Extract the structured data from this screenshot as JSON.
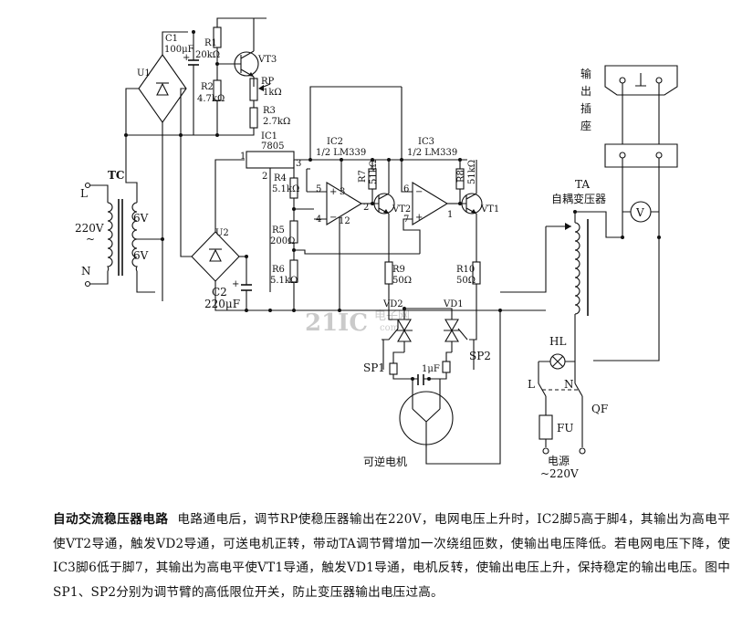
{
  "figure": {
    "watermark": {
      "brand": "21IC",
      "cn": "电子网",
      "domain": "com"
    },
    "transformer_tc": {
      "label": "TC",
      "input_phase": "L",
      "input_neutral": "N",
      "input_voltage": "220V",
      "input_tilde": "~",
      "sec1": "6V",
      "sec2": "6V"
    },
    "u1": {
      "label": "U1"
    },
    "u2": {
      "label": "U2"
    },
    "c1": {
      "label": "C1",
      "value": "100μF"
    },
    "r1": {
      "label": "R1",
      "value": "20kΩ"
    },
    "vt3": {
      "label": "VT3"
    },
    "r2": {
      "label": "R2",
      "value": "4.7kΩ"
    },
    "rp": {
      "label": "RP",
      "value": "1kΩ"
    },
    "r3": {
      "label": "R3",
      "value": "2.7kΩ"
    },
    "ic1": {
      "label": "IC1",
      "part": "7805",
      "pin1": "1",
      "pin2": "2",
      "pin3": "3"
    },
    "c2": {
      "label": "C2",
      "value": "220μF"
    },
    "ic2": {
      "label": "IC2",
      "part": "1/2 LM339",
      "pin_plus": "5",
      "pin_minus": "4",
      "pin_out": "2",
      "pin_vcc": "3",
      "pin_gnd": "12"
    },
    "ic3": {
      "label": "IC3",
      "part": "1/2 LM339",
      "pin_plus": "6",
      "pin_minus": "7",
      "pin_out": "1"
    },
    "r4": {
      "label": "R4",
      "value": "5.1kΩ"
    },
    "r5": {
      "label": "R5",
      "value": "200Ω"
    },
    "r6": {
      "label": "R6",
      "value": "5.1kΩ"
    },
    "r7": {
      "label": "R7",
      "value": "51kΩ"
    },
    "r8": {
      "label": "R8",
      "value": "51kΩ"
    },
    "vt2": {
      "label": "VT2"
    },
    "vt1": {
      "label": "VT1"
    },
    "r9": {
      "label": "R9",
      "value": "50Ω"
    },
    "r10": {
      "label": "R10",
      "value": "50Ω"
    },
    "vd2": {
      "label": "VD2"
    },
    "vd1": {
      "label": "VD1"
    },
    "sp1": {
      "label": "SP1"
    },
    "sp2": {
      "label": "SP2"
    },
    "motor_cap": {
      "value": "1μF"
    },
    "motor": {
      "label": "可逆电机"
    },
    "socket": {
      "label": "输出插座"
    },
    "ta": {
      "label": "TA",
      "desc": "自耦变压器"
    },
    "voltmeter": {
      "label": "V"
    },
    "hl": {
      "label": "HL"
    },
    "fu": {
      "label": "FU"
    },
    "qf": {
      "label": "QF"
    },
    "mains": {
      "phase": "L",
      "neutral": "N",
      "label": "电源",
      "voltage": "~220V"
    }
  },
  "caption": {
    "title": "自动交流稳压器电路",
    "body": "电路通电后，调节RP使稳压器输出在220V，电网电压上升时，IC2脚5高于脚4，其输出为高电平使VT2导通，触发VD2导通，可送电机正转，带动TA调节臂增加一次绕组匝数，使输出电压降低。若电网电压下降，使IC3脚6低于脚7，其输出为高电平使VT1导通，触发VD1导通，电机反转，使输出电压上升，保持稳定的输出电压。图中SP1、SP2分别为调节臂的高低限位开关，防止变压器输出电压过高。"
  }
}
